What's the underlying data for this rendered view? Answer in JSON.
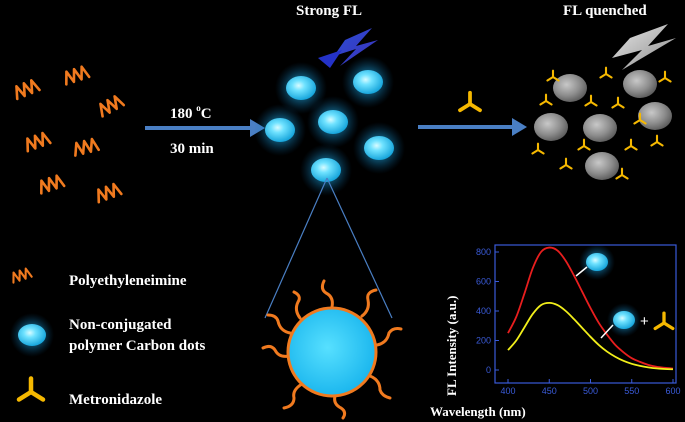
{
  "titles": {
    "strong_fl": "Strong FL",
    "fl_quenched": "FL quenched"
  },
  "reaction": {
    "temperature": "180 ",
    "temperature_unit": "o",
    "temperature_suffix": "C",
    "time": "30 min"
  },
  "legend": {
    "polymer": "Polyethyleneimine",
    "carbon_dots_line1": "Non-conjugated",
    "carbon_dots_line2": "polymer Carbon dots",
    "drug": "Metronidazole"
  },
  "colors": {
    "orange": "#f07a1f",
    "dot_cyan": "#5fd8f5",
    "arrow_blue": "#4a7fc4",
    "drug_yellow": "#f5b800",
    "quenched_gray": "#8d8d8d",
    "axis_blue": "#3a5bd9",
    "curve_red": "#e81e1e",
    "curve_yellow": "#f2ef1a"
  },
  "chart_data": {
    "type": "line",
    "xlabel": "Wavelength (nm)",
    "ylabel": "FL Intensity (a.u.)",
    "xlim": [
      400,
      600
    ],
    "ylim": [
      0,
      800
    ],
    "x_ticks": [
      "400",
      "450",
      "500",
      "550",
      "600"
    ],
    "y_ticks": [
      "0",
      "200",
      "400",
      "600",
      "800"
    ],
    "plus_sign": "+",
    "series": [
      {
        "color": "#e81e1e",
        "x": [
          400,
          410,
          420,
          430,
          440,
          450,
          460,
          470,
          480,
          490,
          500,
          510,
          520,
          530,
          540,
          550,
          560,
          570,
          580,
          590,
          600
        ],
        "values": [
          250,
          360,
          520,
          690,
          800,
          830,
          810,
          740,
          640,
          530,
          420,
          320,
          240,
          170,
          120,
          80,
          55,
          35,
          22,
          15,
          10
        ]
      },
      {
        "color": "#f2ef1a",
        "x": [
          400,
          410,
          420,
          430,
          440,
          450,
          460,
          470,
          480,
          490,
          500,
          510,
          520,
          530,
          540,
          550,
          560,
          570,
          580,
          590,
          600
        ],
        "values": [
          135,
          200,
          290,
          380,
          440,
          455,
          440,
          400,
          345,
          285,
          225,
          170,
          125,
          90,
          62,
          42,
          28,
          18,
          11,
          7,
          5
        ]
      }
    ]
  }
}
